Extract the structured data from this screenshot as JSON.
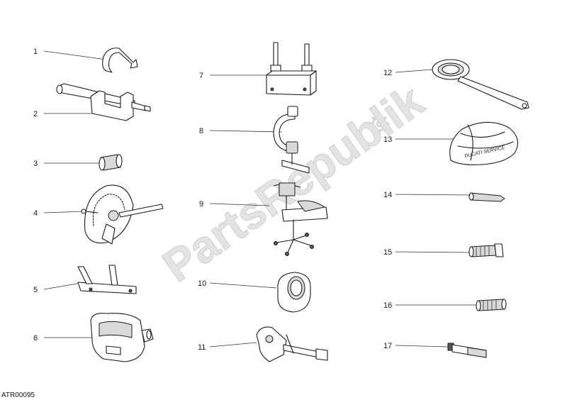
{
  "diagram": {
    "watermark": "PartsRepublik",
    "drawing_code": "ATR00095",
    "callouts": [
      {
        "id": "1"
      },
      {
        "id": "2"
      },
      {
        "id": "3"
      },
      {
        "id": "4"
      },
      {
        "id": "5"
      },
      {
        "id": "6"
      },
      {
        "id": "7"
      },
      {
        "id": "8"
      },
      {
        "id": "9"
      },
      {
        "id": "10"
      },
      {
        "id": "11"
      },
      {
        "id": "12"
      },
      {
        "id": "13"
      },
      {
        "id": "14"
      },
      {
        "id": "15"
      },
      {
        "id": "16"
      },
      {
        "id": "17"
      }
    ],
    "cover_text": "DUCATI SERVICE"
  }
}
